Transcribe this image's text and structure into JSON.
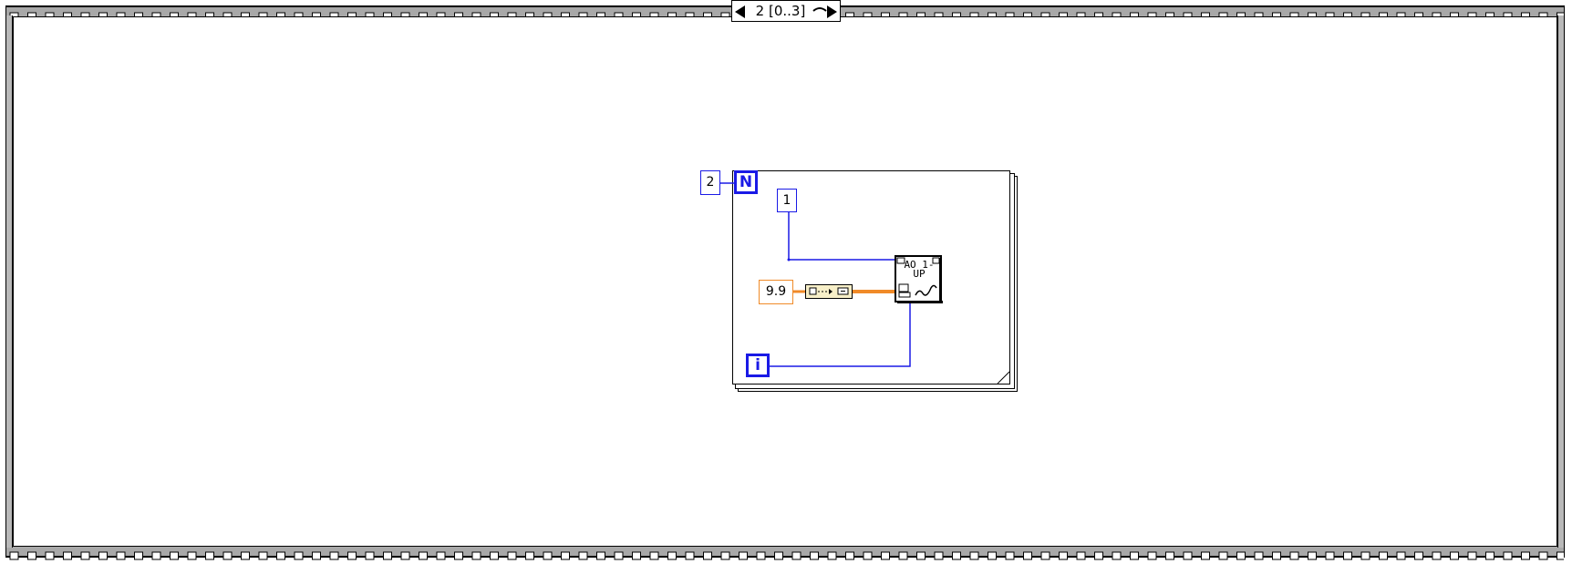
{
  "sequence": {
    "frame_selector": "2 [0..3]"
  },
  "for_loop": {
    "count_terminal": "N",
    "iteration_terminal": "i",
    "count_constant": "2"
  },
  "constants": {
    "channel_constant": "1",
    "value_constant": "9.9"
  },
  "subvi": {
    "name_text": "AO 1-UP"
  },
  "colors": {
    "integer_wire": "#1a1ae6",
    "double_wire": "#f08a28",
    "frame_gray": "#c6c6c6"
  }
}
